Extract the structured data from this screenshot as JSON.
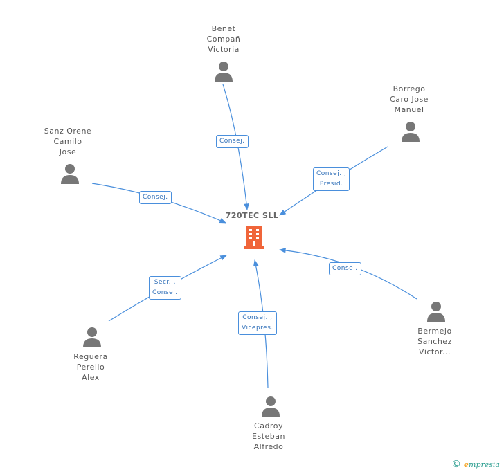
{
  "colors": {
    "edge": "#4a8fdc",
    "person": "#777777",
    "company": "#f0653a",
    "footer": "#2a9d8f"
  },
  "company": {
    "name": "720TEC SLL",
    "icon": "building-icon"
  },
  "people": [
    {
      "id": "benet",
      "name_lines": [
        "Benet",
        "Compañ",
        "Victoria"
      ],
      "role_lines": [
        "Consej."
      ]
    },
    {
      "id": "borrego",
      "name_lines": [
        "Borrego",
        "Caro Jose",
        "Manuel"
      ],
      "role_lines": [
        "Consej. ,",
        "Presid."
      ]
    },
    {
      "id": "sanz",
      "name_lines": [
        "Sanz Orene",
        "Camilo",
        "Jose"
      ],
      "role_lines": [
        "Consej."
      ]
    },
    {
      "id": "bermejo",
      "name_lines": [
        "Bermejo",
        "Sanchez",
        "Victor..."
      ],
      "role_lines": [
        "Consej."
      ]
    },
    {
      "id": "reguera",
      "name_lines": [
        "Reguera",
        "Perello",
        "Alex"
      ],
      "role_lines": [
        "Secr. ,",
        "Consej."
      ]
    },
    {
      "id": "cadroy",
      "name_lines": [
        "Cadroy",
        "Esteban",
        "Alfredo"
      ],
      "role_lines": [
        "Consej. ,",
        "Vicepres."
      ]
    }
  ],
  "footer": {
    "copyright": "©",
    "brand_e": "e",
    "brand_rest": "mpresia"
  }
}
